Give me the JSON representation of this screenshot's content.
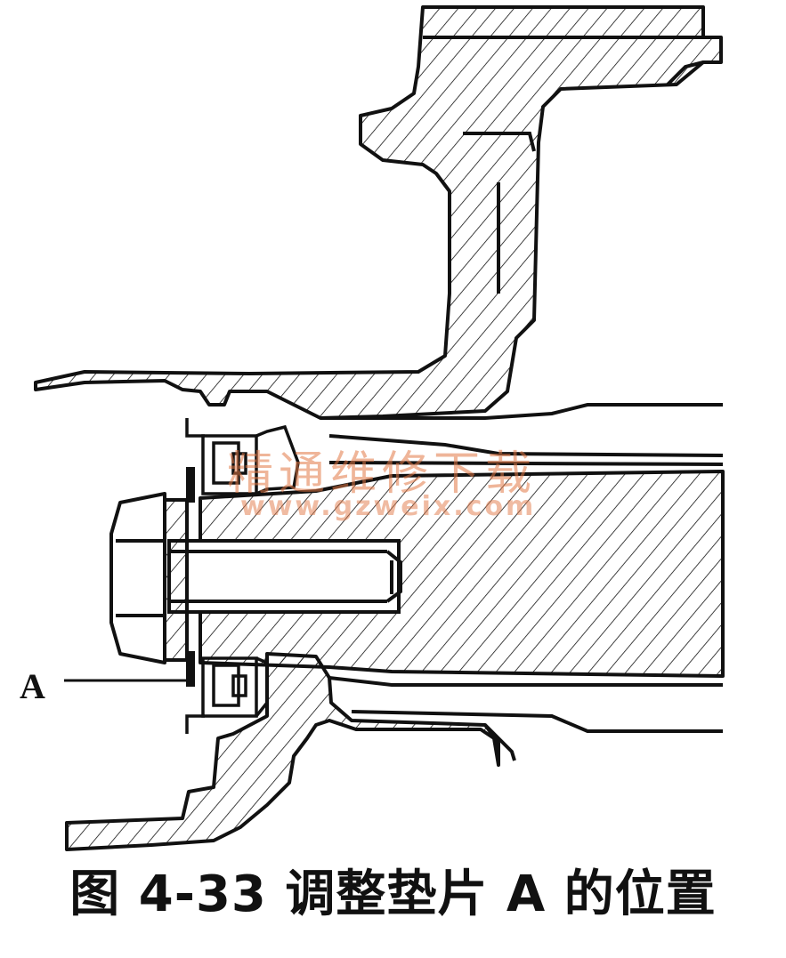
{
  "figure": {
    "caption": "图 4-33 调整垫片 A 的位置",
    "label_a": "A"
  },
  "watermark": {
    "text": "精通维修下载",
    "url": "www.gzweix.com"
  },
  "colors": {
    "ink": "#111111",
    "background": "#ffffff",
    "watermark": "#e27846"
  }
}
